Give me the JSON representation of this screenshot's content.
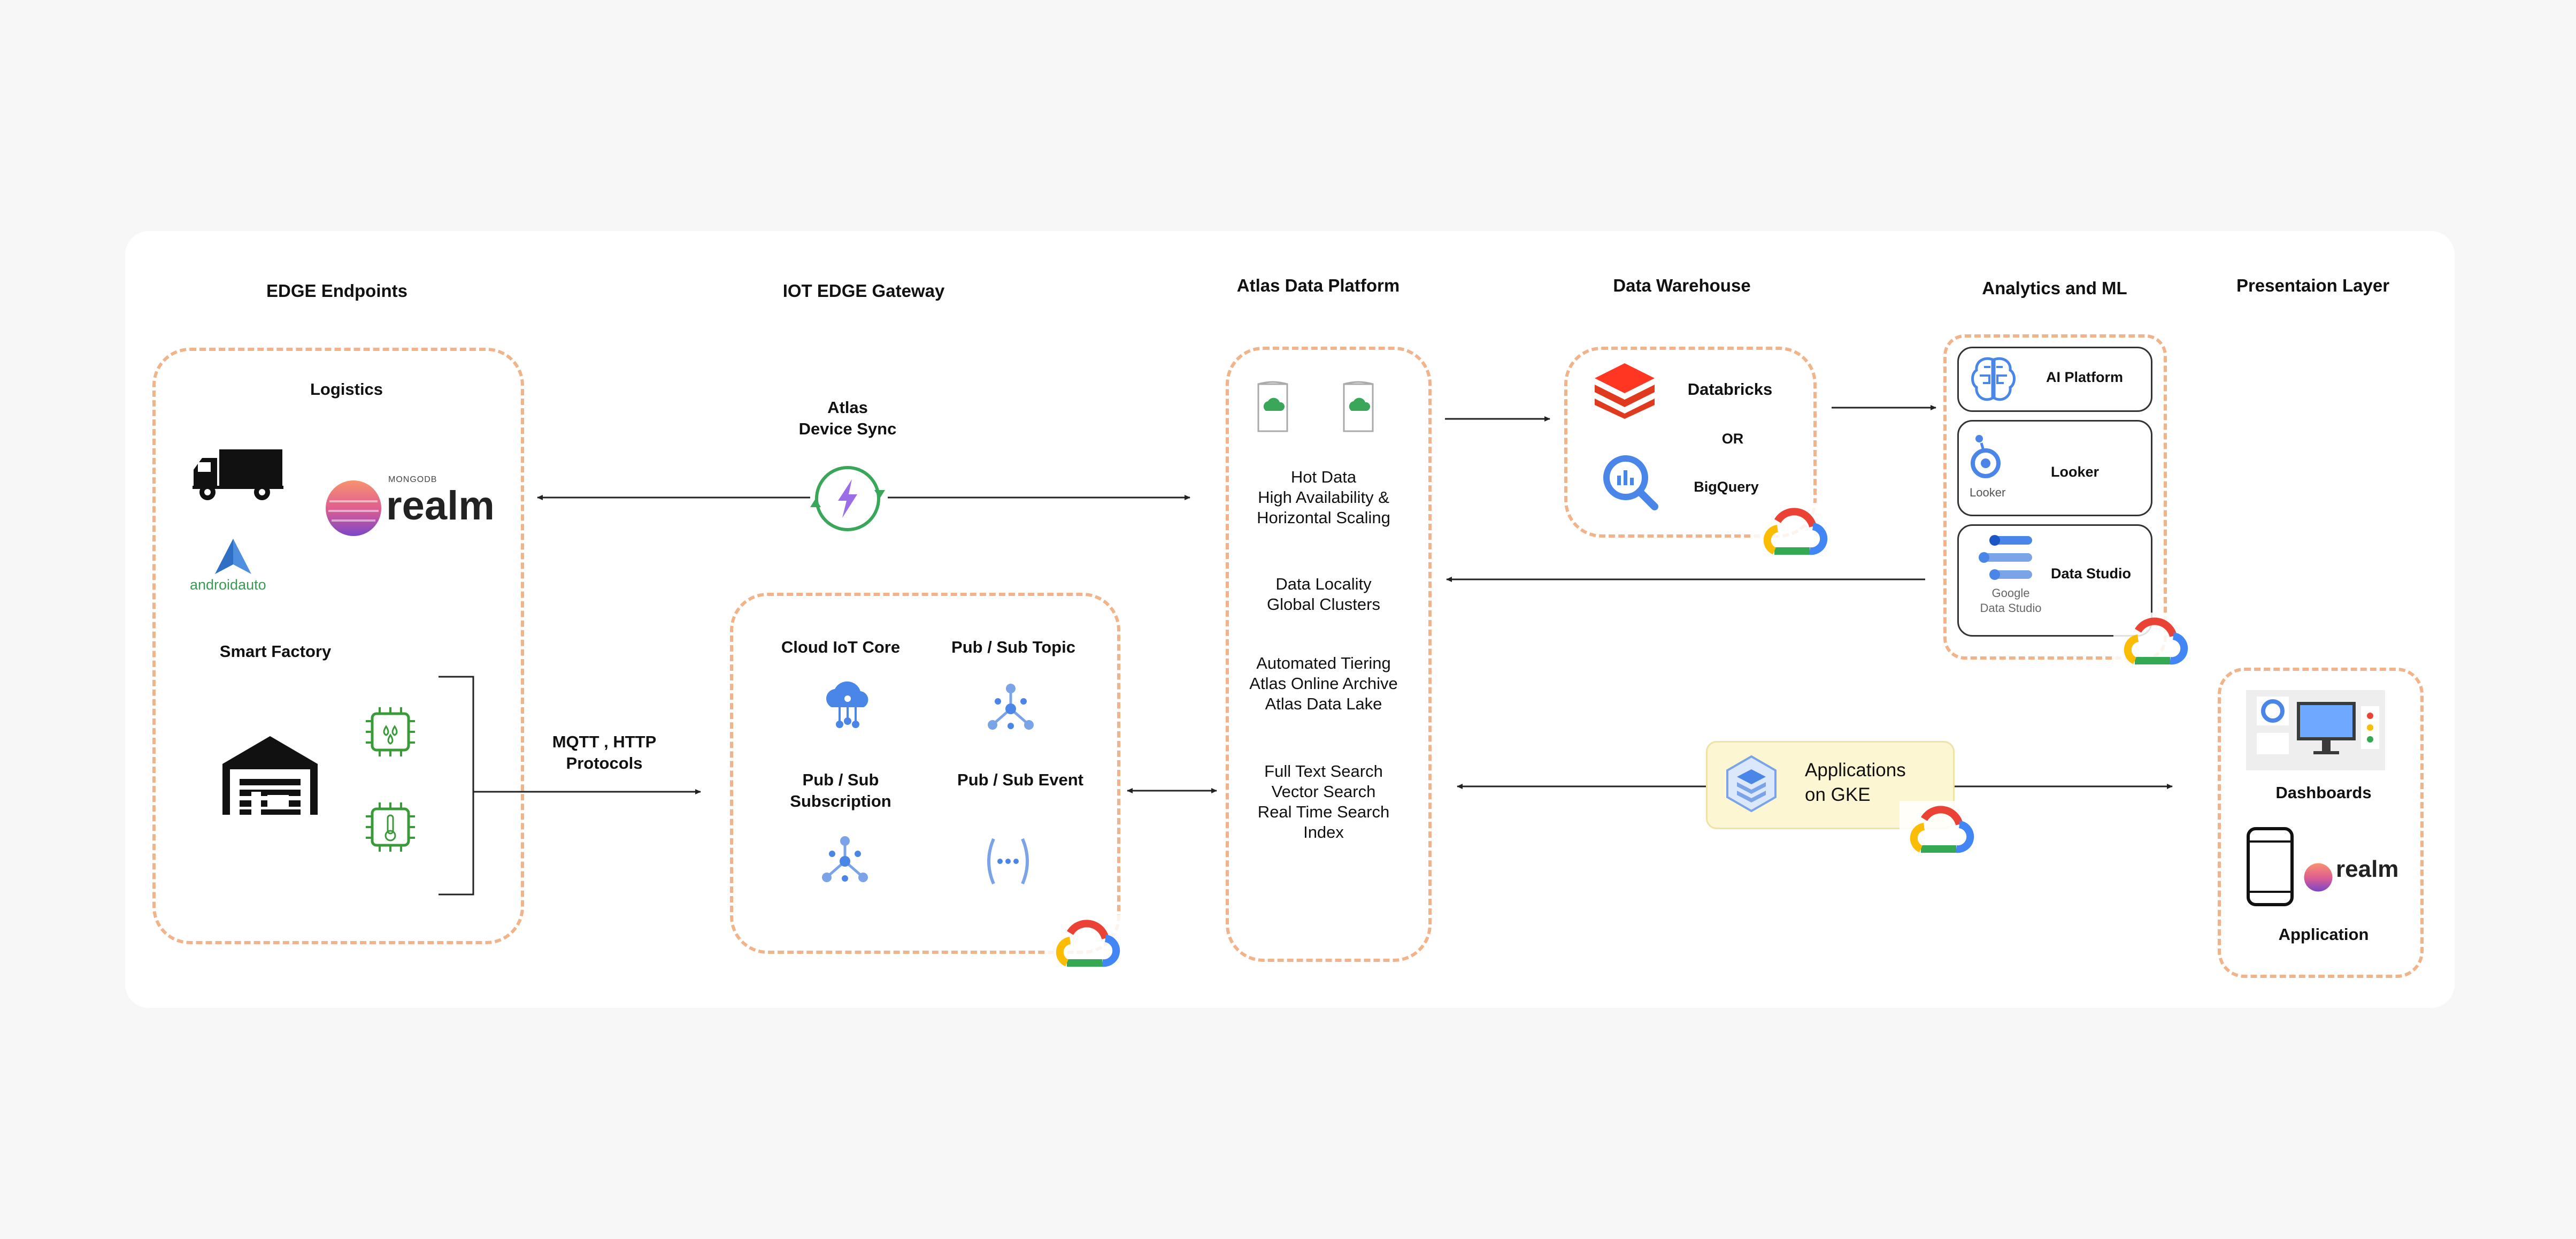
{
  "columns": {
    "edge": "EDGE Endpoints",
    "gateway": "IOT EDGE Gateway",
    "atlas": "Atlas Data Platform",
    "warehouse": "Data Warehouse",
    "analytics": "Analytics and ML",
    "presentation": "Presentaion Layer"
  },
  "edge": {
    "logistics": "Logistics",
    "realm_small": "MONGODB",
    "realm": "realm",
    "android_auto": "androidauto",
    "smart_factory": "Smart Factory"
  },
  "sync": {
    "line1": "Atlas",
    "line2": "Device Sync"
  },
  "protocols": {
    "line1": "MQTT , HTTP",
    "line2": "Protocols"
  },
  "gateway": {
    "cloud_iot": "Cloud IoT Core",
    "pubsub_topic": "Pub / Sub Topic",
    "pubsub_sub_line1": "Pub / Sub",
    "pubsub_sub_line2": "Subscription",
    "pubsub_event": "Pub / Sub Event"
  },
  "atlas": {
    "g1": [
      "Hot Data",
      "High Availability &",
      "Horizontal Scaling"
    ],
    "g2": [
      "Data Locality",
      "Global Clusters"
    ],
    "g3": [
      "Automated Tiering",
      "Atlas Online Archive",
      "Atlas Data Lake"
    ],
    "g4": [
      "Full Text Search",
      "Vector Search",
      "Real Time Search",
      "Index"
    ]
  },
  "warehouse": {
    "databricks": "Databricks",
    "or": "OR",
    "bigquery": "BigQuery"
  },
  "analytics": {
    "ai_platform": "AI Platform",
    "looker": "Looker",
    "looker_small": "Looker",
    "data_studio": "Data Studio",
    "gds_line1": "Google",
    "gds_line2": "Data Studio"
  },
  "gke": {
    "line1": "Applications",
    "line2": "on GKE"
  },
  "presentation": {
    "dashboards": "Dashboards",
    "realm": "realm",
    "application": "Application"
  },
  "colors": {
    "dash": "#f1b48a",
    "gcp_blue": "#4285f4",
    "gcp_red": "#ea4335",
    "gcp_yellow": "#fbbc04",
    "gcp_green": "#34a853",
    "gke_bg": "#fdf6d3"
  }
}
